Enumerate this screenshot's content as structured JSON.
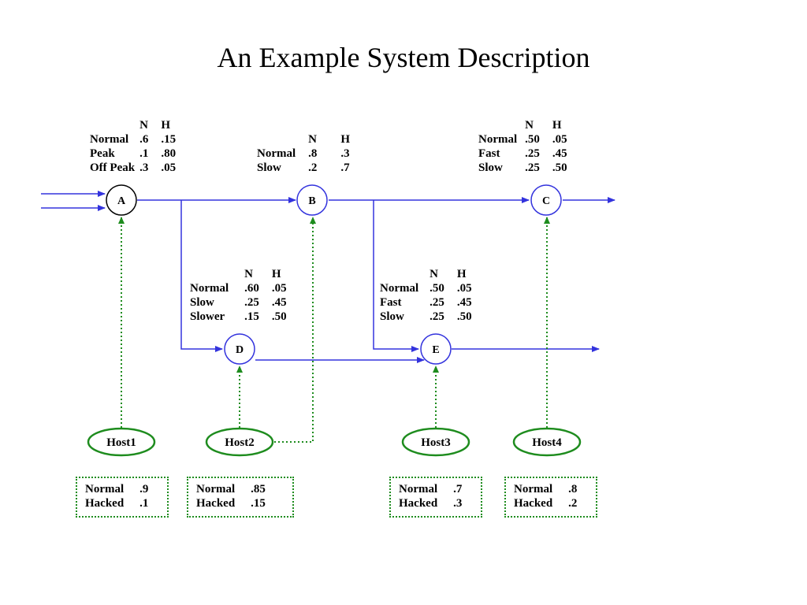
{
  "title": "An Example System Description",
  "nodes": {
    "A": {
      "label": "A",
      "cols": [
        "N",
        "H"
      ],
      "rows": [
        {
          "state": "Normal",
          "n": ".6",
          "h": ".15"
        },
        {
          "state": "Peak",
          "n": ".1",
          "h": ".80"
        },
        {
          "state": "Off Peak",
          "n": ".3",
          "h": ".05"
        }
      ]
    },
    "B": {
      "label": "B",
      "cols": [
        "N",
        "H"
      ],
      "rows": [
        {
          "state": "Normal",
          "n": ".8",
          "h": ".3"
        },
        {
          "state": "Slow",
          "n": ".2",
          "h": ".7"
        }
      ]
    },
    "C": {
      "label": "C",
      "cols": [
        "N",
        "H"
      ],
      "rows": [
        {
          "state": "Normal",
          "n": ".50",
          "h": ".05"
        },
        {
          "state": "Fast",
          "n": ".25",
          "h": ".45"
        },
        {
          "state": "Slow",
          "n": ".25",
          "h": ".50"
        }
      ]
    },
    "D": {
      "label": "D",
      "cols": [
        "N",
        "H"
      ],
      "rows": [
        {
          "state": "Normal",
          "n": ".60",
          "h": ".05"
        },
        {
          "state": "Slow",
          "n": ".25",
          "h": ".45"
        },
        {
          "state": "Slower",
          "n": ".15",
          "h": ".50"
        }
      ]
    },
    "E": {
      "label": "E",
      "cols": [
        "N",
        "H"
      ],
      "rows": [
        {
          "state": "Normal",
          "n": ".50",
          "h": ".05"
        },
        {
          "state": "Fast",
          "n": ".25",
          "h": ".45"
        },
        {
          "state": "Slow",
          "n": ".25",
          "h": ".50"
        }
      ]
    }
  },
  "hosts": {
    "host1": {
      "label": "Host1",
      "rows": [
        {
          "state": "Normal",
          "p": ".9"
        },
        {
          "state": "Hacked",
          "p": ".1"
        }
      ]
    },
    "host2": {
      "label": "Host2",
      "rows": [
        {
          "state": "Normal",
          "p": ".85"
        },
        {
          "state": "Hacked",
          "p": ".15"
        }
      ]
    },
    "host3": {
      "label": "Host3",
      "rows": [
        {
          "state": "Normal",
          "p": ".7"
        },
        {
          "state": "Hacked",
          "p": ".3"
        }
      ]
    },
    "host4": {
      "label": "Host4",
      "rows": [
        {
          "state": "Normal",
          "p": ".8"
        },
        {
          "state": "Hacked",
          "p": ".2"
        }
      ]
    }
  },
  "colors": {
    "flow": "#3333dd",
    "host": "#1e8c1e"
  }
}
